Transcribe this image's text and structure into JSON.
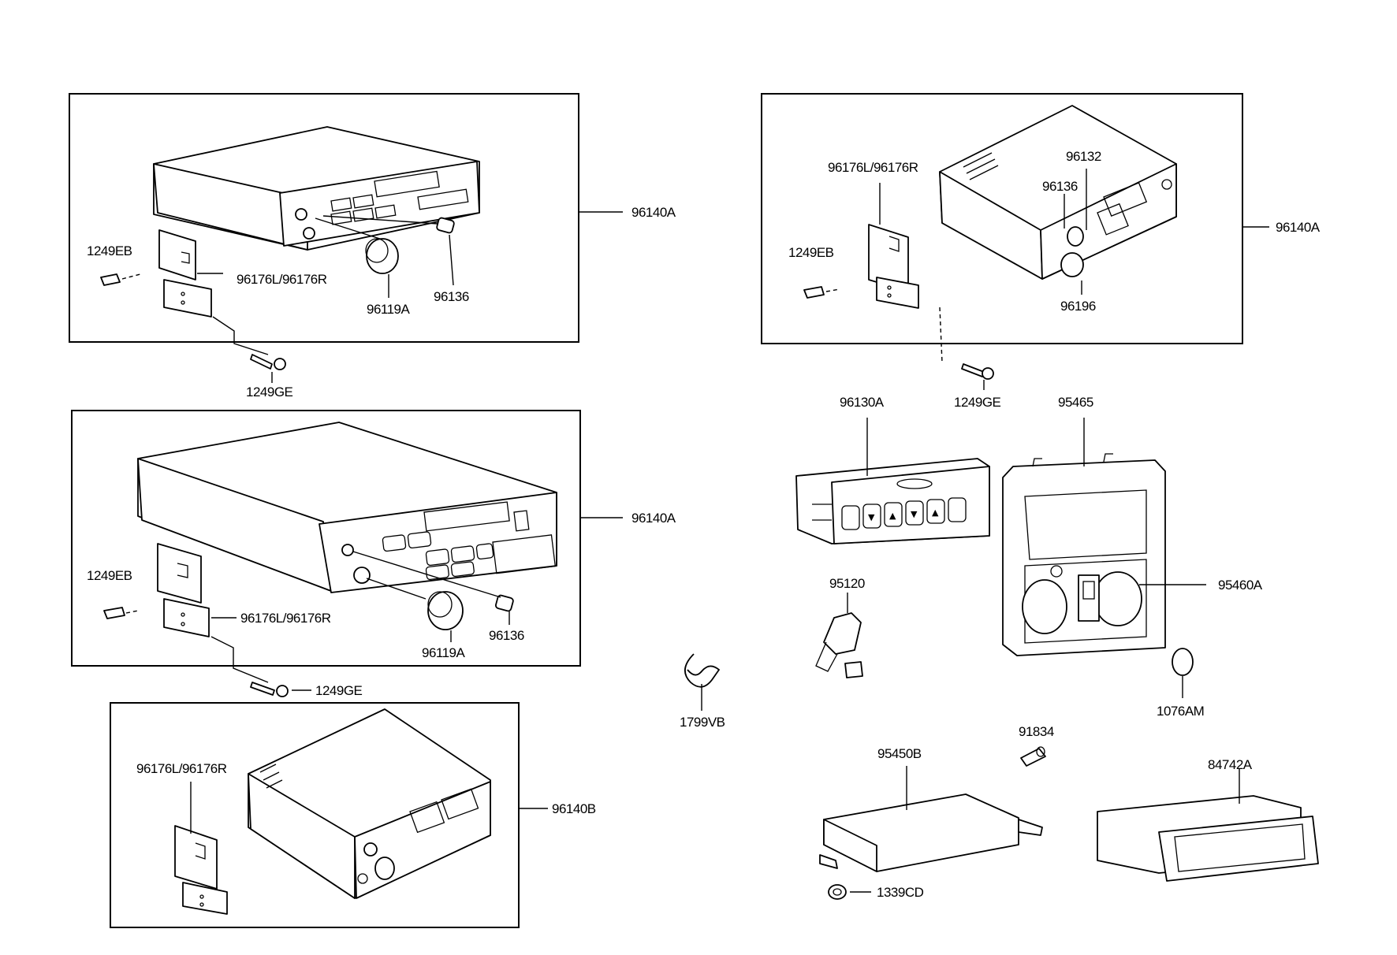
{
  "labels": {
    "l_96140A_1": "96140A",
    "l_1249EB_1": "1249EB",
    "l_96176_1": "96176L/96176R",
    "l_96119A_1": "96119A",
    "l_96136_1": "96136",
    "l_1249GE_1": "1249GE",
    "l_96140A_2": "96140A",
    "l_1249EB_2": "1249EB",
    "l_96176_2": "96176L/96176R",
    "l_96119A_2": "96119A",
    "l_96136_2": "96136",
    "l_1249GE_2": "1249GE",
    "l_96176_3": "96176L/96176R",
    "l_96140B": "96140B",
    "l_96176_4": "96176L/96176R",
    "l_96132": "96132",
    "l_96136_4": "96136",
    "l_96140A_4": "96140A",
    "l_1249EB_4": "1249EB",
    "l_96196": "96196",
    "l_1249GE_4": "1249GE",
    "l_96130A": "96130A",
    "l_95465": "95465",
    "l_95460A": "95460A",
    "l_95120": "95120",
    "l_1799VB": "1799VB",
    "l_1076AM": "1076AM",
    "l_91834": "91834",
    "l_95450B": "95450B",
    "l_84742A": "84742A",
    "l_1339CD": "1339CD"
  },
  "icons": {
    "arrow_up": "▲",
    "arrow_down": "▼"
  }
}
